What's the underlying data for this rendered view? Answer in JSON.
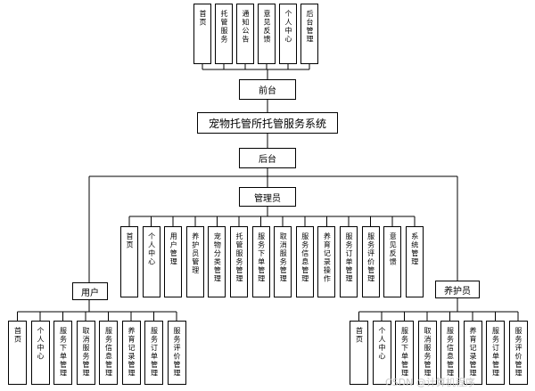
{
  "diagram": {
    "title": "宠物托管所托管服务系统",
    "front": {
      "label": "前台",
      "modules": [
        "首页",
        "托管服务",
        "通知公告",
        "意见反馈",
        "个人中心",
        "后台管理"
      ]
    },
    "back": {
      "label": "后台"
    },
    "admin": {
      "label": "管理员",
      "modules": [
        "首页",
        "个人中心",
        "用户管理",
        "养护员管理",
        "宠物分类管理",
        "托管服务管理",
        "服务下单管理",
        "取消服务管理",
        "服务信息管理",
        "养育记录操作",
        "服务订单管理",
        "服务评价管理",
        "意见反馈",
        "系统管理"
      ]
    },
    "user": {
      "label": "用户",
      "modules": [
        "首页",
        "个人中心",
        "服务下单管理",
        "取消服务管理",
        "服务信息管理",
        "养育记录管理",
        "服务订单管理",
        "服务评价管理"
      ]
    },
    "caretaker": {
      "label": "养护员",
      "modules": [
        "首页",
        "个人中心",
        "服务下单管理",
        "取消服务管理",
        "服务信息管理",
        "养育记录管理",
        "服务订单管理",
        "服务评价管理"
      ]
    }
  },
  "watermark": "CSDN @计算机程序"
}
